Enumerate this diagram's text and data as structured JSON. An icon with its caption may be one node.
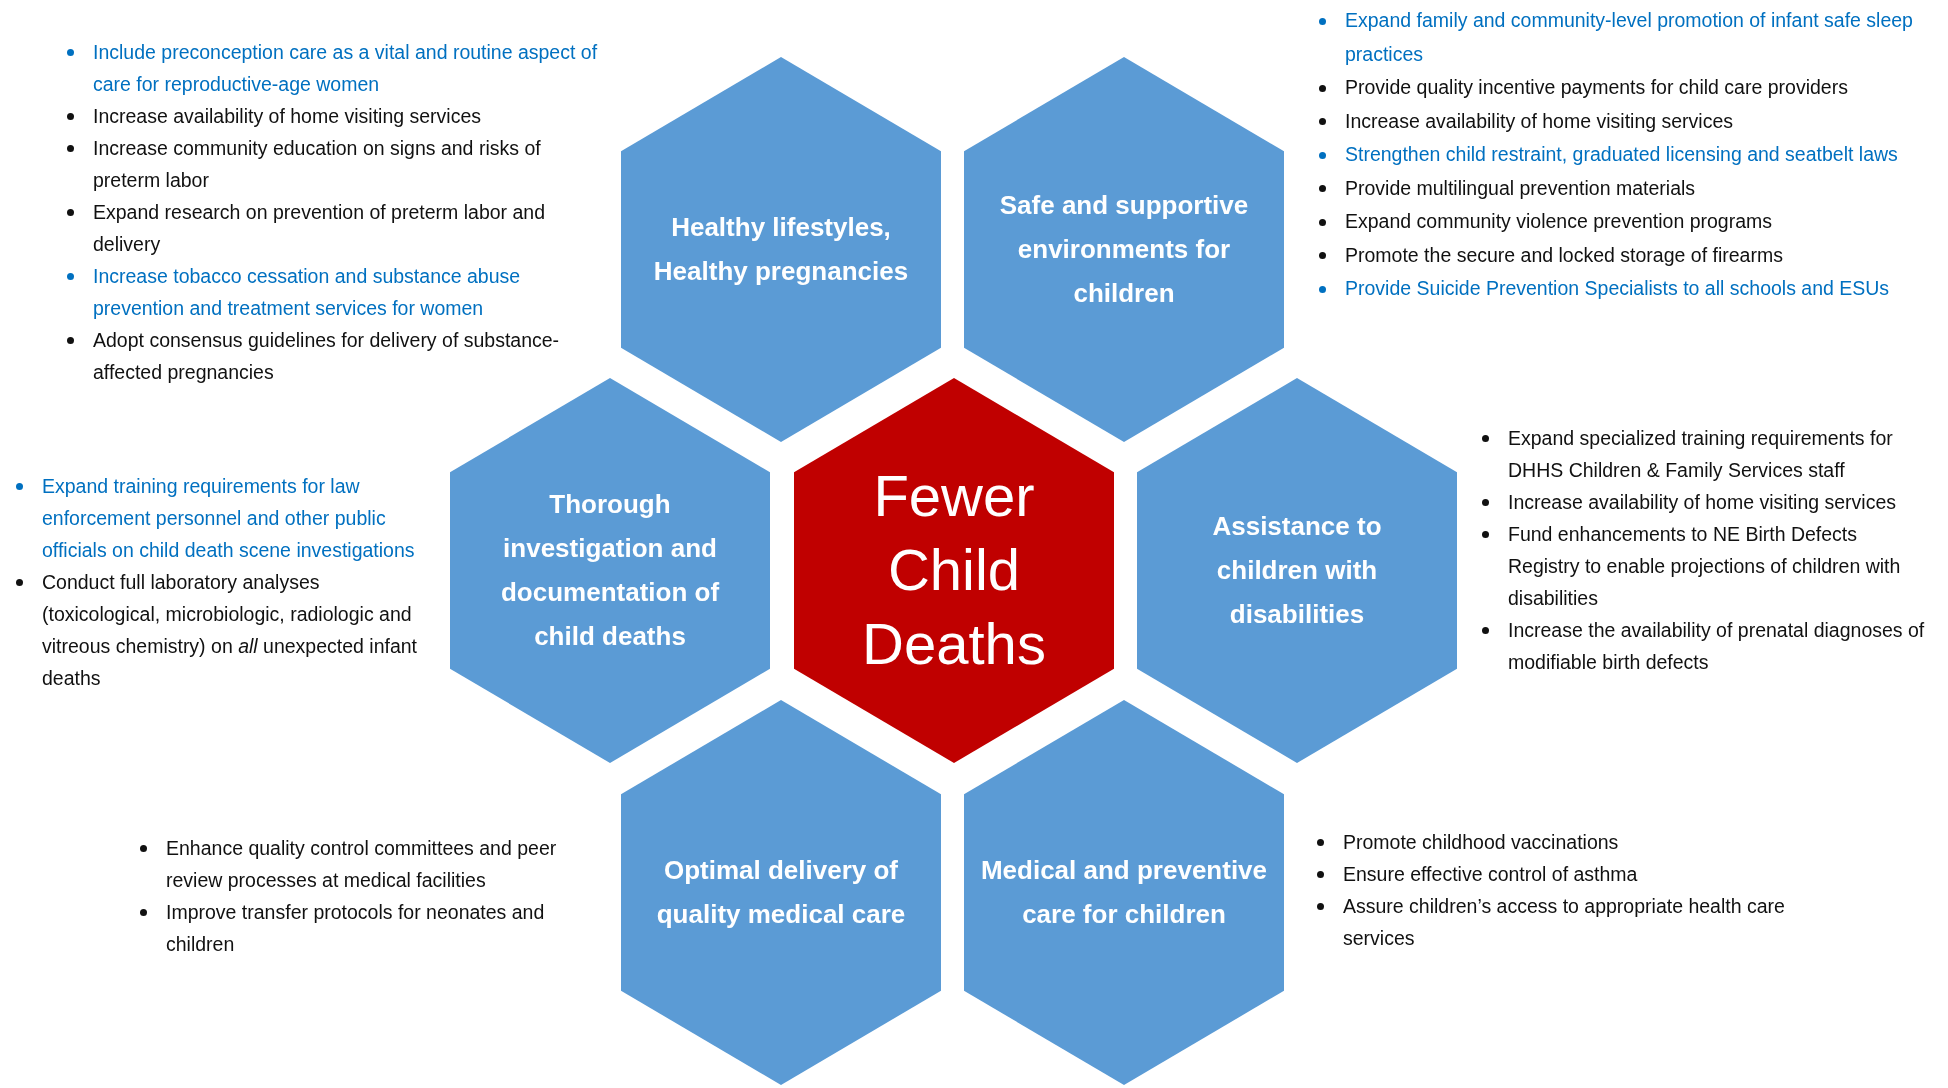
{
  "diagram": {
    "nodes": [
      {
        "text": [
          "Healthy lifestyles, Healthy pregnancies"
        ]
      },
      {
        "text": [
          "Safe and supportive environments for children"
        ]
      },
      {
        "text": [
          "Thorough investigation and documentation of child deaths"
        ]
      },
      {
        "text": [
          "Fewer Child Deaths"
        ]
      },
      {
        "text": [
          "Assistance to children with disabilities"
        ]
      },
      {
        "text": [
          "Optimal delivery of quality medical care"
        ]
      },
      {
        "text": [
          "Medical and preventive care for children"
        ]
      }
    ],
    "labels": [
      "Include preconception care as a vital and routine aspect of care for reproductive-age women",
      "Increase availability of home visiting services",
      "Increase community education on signs and risks of preterm  labor",
      "Expand research on prevention of preterm labor and delivery",
      "Increase tobacco cessation and substance abuse prevention and treatment services for women",
      "Adopt consensus guidelines for delivery of substance-affected pregnancies",
      "Expand family and community-level promotion of infant safe sleep practices",
      "Provide quality incentive payments for child care providers",
      "Increase availability of home visiting services",
      "Strengthen child restraint, graduated licensing and seatbelt laws",
      "Provide multilingual prevention materials",
      "Expand community violence prevention programs",
      "Promote the secure and locked storage of firearms",
      "Provide Suicide Prevention Specialists to all schools and ESUs",
      "Expand training requirements for law enforcement personnel and other public officials on child death scene investigations",
      "Conduct full laboratory analyses (toxicological, microbiologic, radiologic and vitreous chemistry) on *all* unexpected infant deaths",
      "Expand specialized training requirements for DHHS Children & Family Services staff",
      "Increase availability of home visiting services",
      "Fund enhancements to NE Birth Defects Registry to enable projections of children with disabilities",
      "Increase the availability of prenatal diagnoses of modifiable birth defects",
      "Enhance quality control committees and peer review processes at medical facilities",
      "Improve transfer protocols for neonates and children",
      "Promote childhood vaccinations",
      "Ensure effective control of asthma",
      "Assure children’s access to appropriate health care services"
    ]
  }
}
